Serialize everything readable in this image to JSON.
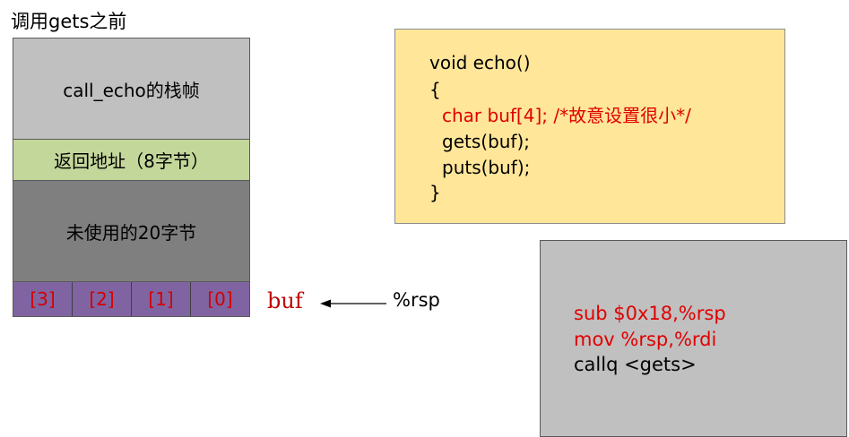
{
  "title": "调用gets之前",
  "stack": {
    "caller_frame": "call_echo的栈帧",
    "return_address": "返回地址（8字节）",
    "unused": "未使用的20字节",
    "buf_cells": [
      "[3]",
      "[2]",
      "[1]",
      "[0]"
    ]
  },
  "buf_label": "buf",
  "rsp_label": "%rsp",
  "code": {
    "lines": [
      "void echo()",
      "{",
      "char buf[4];   /*故意设置很小*/",
      "gets(buf);",
      "puts(buf);",
      "}"
    ]
  },
  "asm": {
    "lines": [
      "sub $0x18,%rsp",
      "mov %rsp,%rdi",
      "callq <gets>"
    ]
  },
  "colors": {
    "caller_frame": "#c0c0c0",
    "return_address": "#c4d79b",
    "unused": "#7f7f7f",
    "buf": "#8064a2",
    "highlight_text": "#e00000",
    "code_bg": "#ffe699",
    "asm_bg": "#c0c0c0"
  }
}
